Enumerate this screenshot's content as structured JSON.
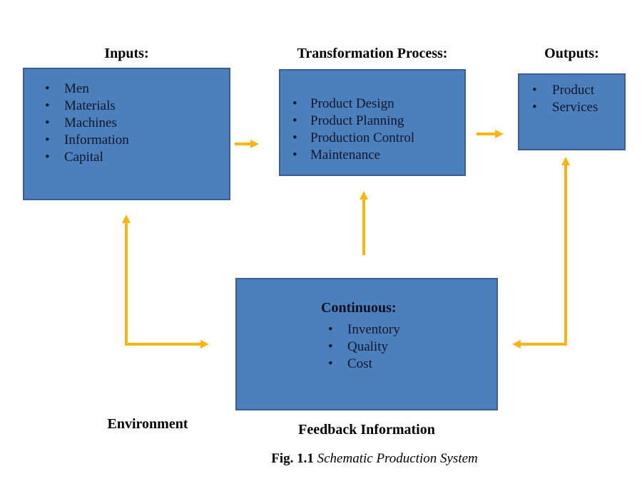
{
  "colors": {
    "box_fill": "#4C80BC",
    "box_border": "#3A5F8F",
    "arrow": "#F8B513",
    "heading": "#000000",
    "box_text": "#14142a"
  },
  "headings": {
    "inputs": "Inputs:",
    "transformation": "Transformation Process:",
    "outputs": "Outputs:"
  },
  "boxes": {
    "inputs": {
      "items": [
        "Men",
        "Materials",
        "Machines",
        "Information",
        "Capital"
      ]
    },
    "transformation": {
      "items": [
        "Product Design",
        "Product Planning",
        "Production Control",
        "Maintenance"
      ]
    },
    "outputs": {
      "items": [
        "Product",
        "Services"
      ]
    },
    "feedback": {
      "title": "Continuous:",
      "items": [
        "Inventory",
        "Quality",
        "Cost"
      ]
    }
  },
  "labels": {
    "environment": "Environment",
    "feedback_information": "Feedback Information"
  },
  "caption": {
    "fig": "Fig. 1.1",
    "title": " Schematic Production System"
  },
  "arrows": [
    {
      "name": "inputs-to-transformation",
      "direction": "right"
    },
    {
      "name": "transformation-to-outputs",
      "direction": "right"
    },
    {
      "name": "feedback-to-transformation",
      "direction": "up"
    },
    {
      "name": "environment-to-inputs-and-feedback",
      "direction": "up-and-right"
    },
    {
      "name": "outputs-to-feedback",
      "direction": "up-and-left"
    }
  ]
}
